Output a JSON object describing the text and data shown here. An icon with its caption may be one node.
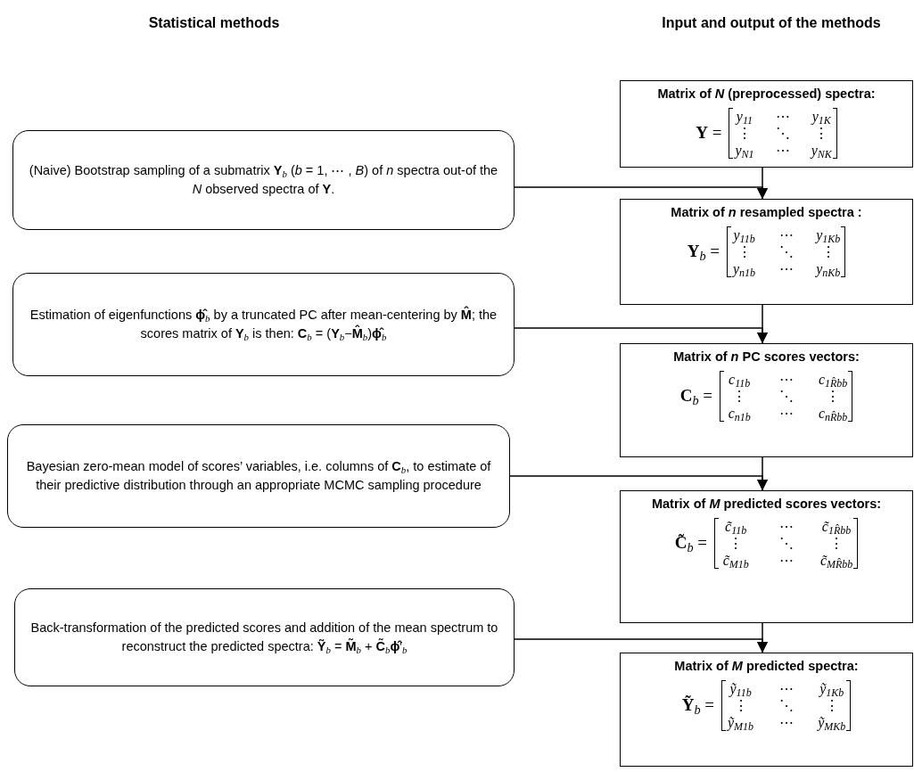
{
  "diagram": {
    "nodes": [
      {
        "text": [
          "Matrix of *N* (preprocessed) spectra:",
          "**Y** =",
          "*y*$_{11}$",
          "⋯",
          "*y*$_{1K}$",
          "⋮",
          "⋱",
          "⋮",
          "*y*$_{N1}$",
          "⋯",
          "*y*$_{NK}$"
        ]
      },
      {
        "text": [
          "(Naive) Bootstrap sampling of a submatrix **Y**$_{b}$ (*b* = 1, ⋯ , *B*) of *n* spectra out-of the *N* observed spectra of **Y**."
        ]
      },
      {
        "text": [
          "Matrix of *n* resampled spectra :",
          "**Y**$_{b}$ =",
          "*y*$_{11b}$",
          "⋯",
          "*y*$_{1Kb}$",
          "⋮",
          "⋱",
          "⋮",
          "*y*$_{n1b}$",
          "⋯",
          "*y*$_{nKb}$"
        ]
      },
      {
        "text": [
          "Estimation of eigenfunctions **ϕ̂**$_{b}$ by a truncated PC after mean-centering by **M̂**; the scores matrix of **Y**$_{b}$ is then: **C**$_{b}$ = (**Y**$_{b}$−**M̂**$_{b}$)**ϕ̂**$_{b}$"
        ]
      },
      {
        "text": [
          "Matrix of *n* PC scores vectors:",
          "**C**$_{b}$ =",
          "*c*$_{11b}$",
          "⋯",
          "*c*$_{1R̂}$$_{b}$$_{b}$",
          "⋮",
          "⋱",
          "⋮",
          "*c*$_{n1b}$",
          "⋯",
          "*c*$_{nR̂}$$_{b}$$_{b}$"
        ]
      },
      {
        "text": [
          "Bayesian zero-mean model of scores’ variables, i.e. columns of **C**$_{b}$, to estimate of their predictive distribution through an appropriate MCMC sampling procedure"
        ]
      },
      {
        "text": [
          "Matrix of *M* predicted scores vectors:",
          "**C̃**$_{b}$ =",
          "*c̃*$_{11b}$",
          "⋯",
          "*c̃*$_{1R̂}$$_{b}$$_{b}$",
          "⋮",
          "⋱",
          "⋮",
          "*c̃*$_{M1b}$",
          "⋯",
          "*c̃*$_{MR̂}$$_{b}$$_{b}$"
        ]
      },
      {
        "text": [
          "Back-transformation of the predicted scores and addition of the mean spectrum to reconstruct the predicted spectra: **Ỹ**$_{b}$ = **M̃**$_{b}$ + **C̃**$_{b}$**ϕ̂**′$_{b}$"
        ]
      },
      {
        "text": [
          "Matrix of *M* predicted spectra:",
          "**Ỹ**$_{b}$ =",
          "*ỹ*$_{11b}$",
          "⋯",
          "*ỹ*$_{1Kb}$",
          "⋮",
          "⋱",
          "⋮",
          "*ỹ*$_{M1b}$",
          "⋯",
          "*ỹ*$_{MKb}$"
        ]
      }
    ],
    "edges": [
      {
        "from": 0,
        "to": 2,
        "arrow": "to"
      },
      {
        "from": 1,
        "to": 2,
        "arrow": "to"
      },
      {
        "from": 2,
        "to": 4,
        "arrow": "to"
      },
      {
        "from": 3,
        "to": 4,
        "arrow": "to"
      },
      {
        "from": 4,
        "to": 6,
        "arrow": "to"
      },
      {
        "from": 5,
        "to": 6,
        "arrow": "to"
      },
      {
        "from": 6,
        "to": 8,
        "arrow": "to"
      },
      {
        "from": 7,
        "to": 8,
        "arrow": "to"
      }
    ],
    "labels": [
      "Statistical methods",
      "Input and output of the methods"
    ]
  }
}
